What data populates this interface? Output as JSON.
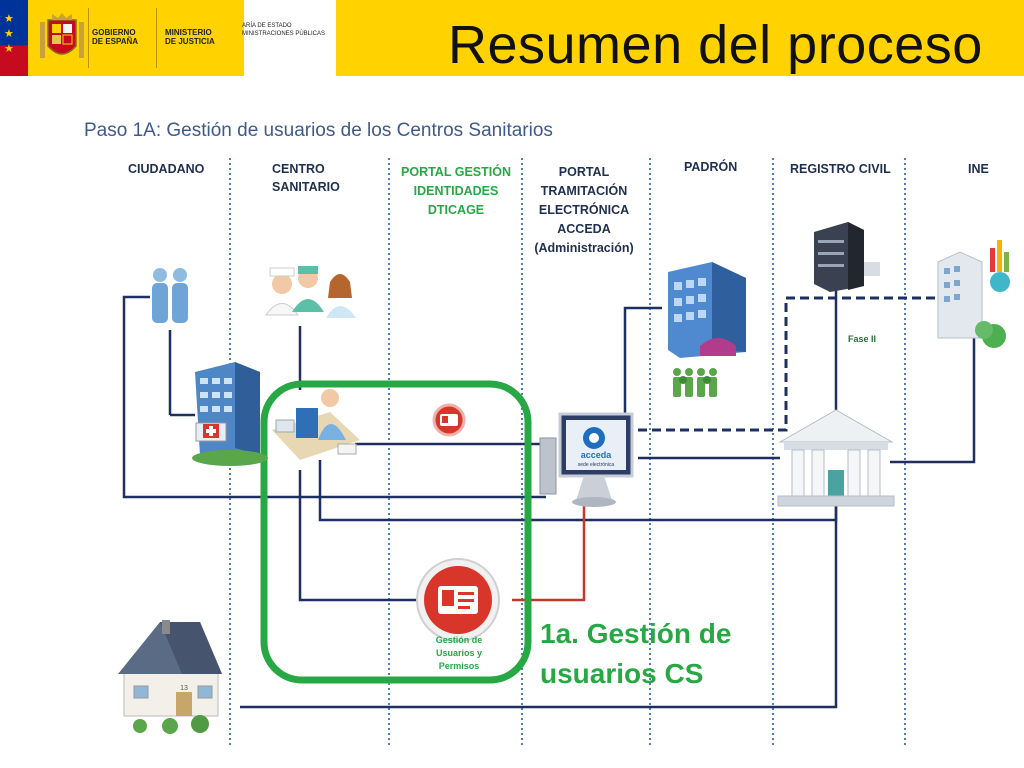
{
  "header": {
    "gov_line1": "GOBIERNO",
    "gov_line2": "DE ESPAÑA",
    "ministry_line1": "MINISTERIO",
    "ministry_line2": "DE JUSTICIA",
    "secretaria_line1": "ARÍA DE ESTADO",
    "secretaria_line2": "MINISTRACIONES PÚBLICAS"
  },
  "title": "Resumen del proceso",
  "subtitle": "Paso 1A: Gestión de usuarios de los Centros Sanitarios",
  "columns": {
    "ciudadano": "CIUDADANO",
    "centro_1": "CENTRO",
    "centro_2": "SANITARIO",
    "portal_gestion_1": "PORTAL GESTIÓN",
    "portal_gestion_2": "IDENTIDADES",
    "portal_gestion_3": "DTICAGE",
    "portal_tram_1": "PORTAL",
    "portal_tram_2": "TRAMITACIÓN",
    "portal_tram_3": "ELECTRÓNICA",
    "portal_tram_4": "ACCEDA",
    "portal_tram_5": "(Administración)",
    "padron": "PADRÓN",
    "registro": "REGISTRO CIVIL",
    "ine": "INE"
  },
  "fase": "Fase II",
  "gestion_label_1": "Gestión de",
  "gestion_label_2": "Usuarios y",
  "gestion_label_3": "Permisos",
  "acceda_logo": "acceda",
  "acceda_sub": "sede electrónica",
  "house_number": "13",
  "callout_line1": "1a. Gestión de",
  "callout_line2": "usuarios CS",
  "colors": {
    "yellow": "#ffd200",
    "navy_line": "#1f2f5f",
    "green": "#27a845",
    "red_line": "#c0392b",
    "subtitle": "#3f5a8a"
  }
}
